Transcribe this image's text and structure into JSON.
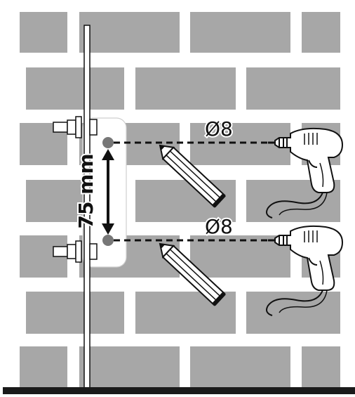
{
  "labels": {
    "hole_diameter_top": "Ø8",
    "hole_diameter_bottom": "Ø8",
    "spacing": "75 mm"
  },
  "icons": {
    "drill": "power-drill-icon",
    "pencil": "pencil-icon",
    "wall": "brick-wall"
  },
  "colors": {
    "background": "#ffffff",
    "brick": "#a7a7a7",
    "mortar": "#ffffff",
    "outline": "#111111",
    "floor": "#1a1a1a",
    "hole": "#777777"
  }
}
